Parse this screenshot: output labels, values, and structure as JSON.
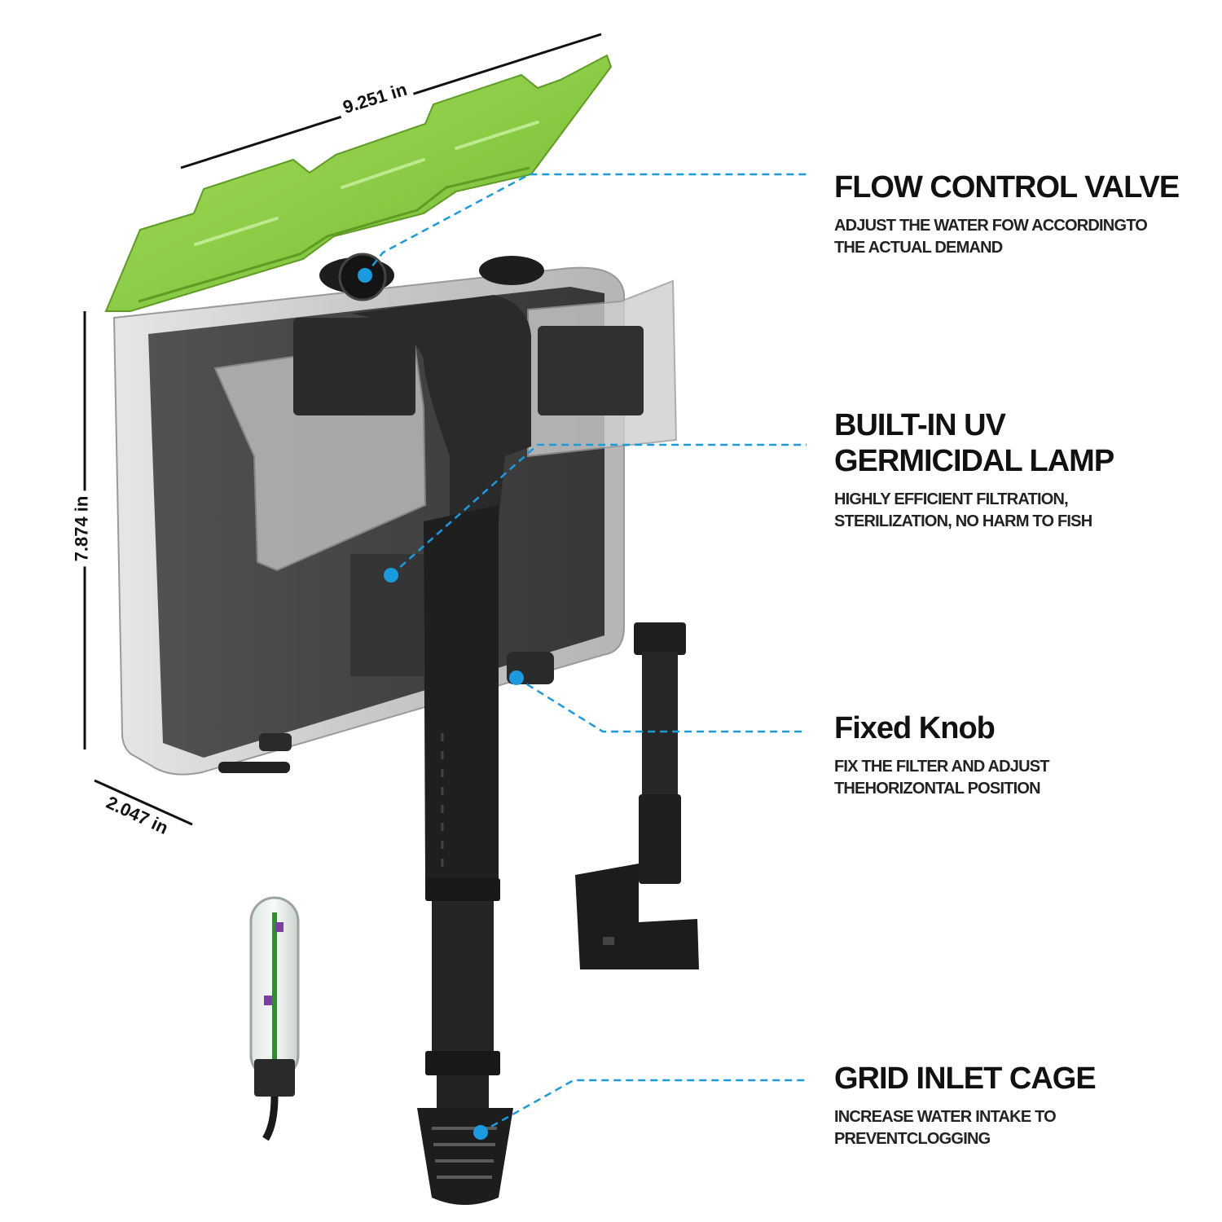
{
  "dimensions": {
    "width": "9.251 in",
    "height": "7.874 in",
    "depth": "2.047 in"
  },
  "features": [
    {
      "title": "FLOW CONTROL VALVE",
      "description": [
        "ADJUST THE WATER FOW ACCORDINGTO",
        "THE ACTUAL DEMAND"
      ]
    },
    {
      "title": [
        "BUILT-IN UV",
        "GERMICIDAL LAMP"
      ],
      "description": [
        "HIGHLY EFFICIENT FILTRATION,",
        "STERILIZATION, NO HARM TO FISH"
      ]
    },
    {
      "title": "Fixed Knob",
      "description": [
        "FIX THE FILTER AND ADJUST",
        "THEHORIZONTAL POSITION"
      ]
    },
    {
      "title": "GRID INLET CAGE",
      "description": [
        "INCREASE WATER INTAKE TO",
        "PREVENTCLOGGING"
      ]
    }
  ],
  "colors": {
    "lid": "#8fd14a",
    "body": "#3a3a3a",
    "tank": "#d9d9d9",
    "leader": "#1a9be0"
  }
}
